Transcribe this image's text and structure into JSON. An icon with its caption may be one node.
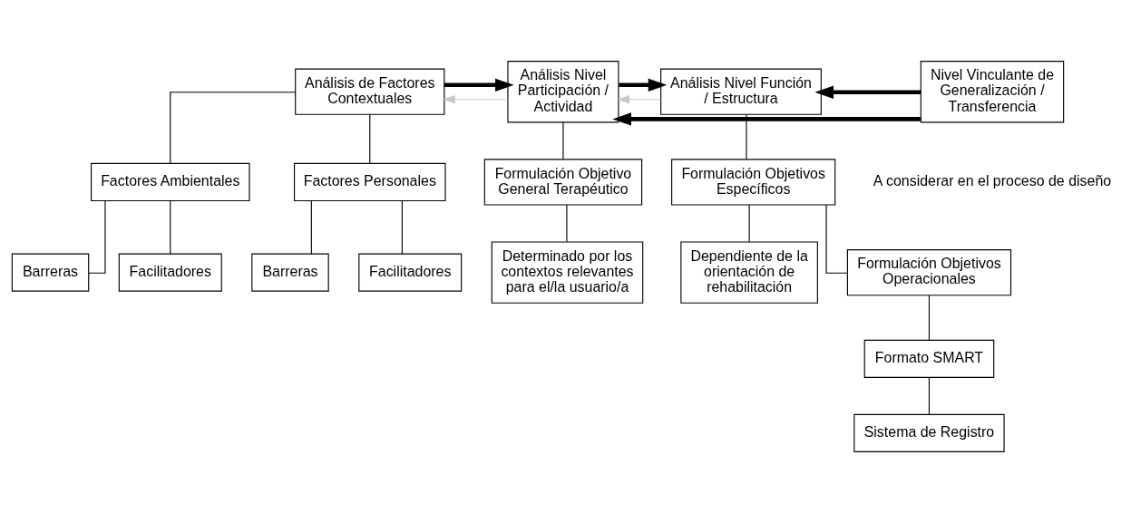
{
  "diagram": {
    "nodes": [
      {
        "text": [
          "Análisis de Factores Contextuales"
        ]
      },
      {
        "text": [
          "Factores Ambientales"
        ]
      },
      {
        "text": [
          "Factores Personales"
        ]
      },
      {
        "text": [
          "Barreras"
        ]
      },
      {
        "text": [
          "Facilitadores"
        ]
      },
      {
        "text": [
          "Barreras"
        ]
      },
      {
        "text": [
          "Facilitadores"
        ]
      },
      {
        "text": [
          "Análisis Nivel Participación / Actividad"
        ]
      },
      {
        "text": [
          "Formulación Objetivo General Terapéutico"
        ]
      },
      {
        "text": [
          "Determinado por los contextos relevantes para el/la usuario/a"
        ]
      },
      {
        "text": [
          "Análisis Nivel Función / Estructura"
        ]
      },
      {
        "text": [
          "Formulación Objetivos Específicos"
        ]
      },
      {
        "text": [
          "Dependiente de la orientación de rehabilitación"
        ]
      },
      {
        "text": [
          "Formulación Objetivos Operacionales"
        ]
      },
      {
        "text": [
          "Formato SMART"
        ]
      },
      {
        "text": [
          "Sistema de Registro"
        ]
      },
      {
        "text": [
          "Nivel Vinculante de Generalización / Transferencia"
        ]
      }
    ],
    "edges": [
      {
        "from": 0,
        "to": 1,
        "arrow": "none"
      },
      {
        "from": 0,
        "to": 2,
        "arrow": "none"
      },
      {
        "from": 1,
        "to": 3,
        "arrow": "none"
      },
      {
        "from": 1,
        "to": 4,
        "arrow": "none"
      },
      {
        "from": 2,
        "to": 5,
        "arrow": "none"
      },
      {
        "from": 2,
        "to": 6,
        "arrow": "none"
      },
      {
        "from": 0,
        "to": 7,
        "arrow": "to",
        "style": "thick"
      },
      {
        "from": 7,
        "to": 0,
        "arrow": "to",
        "color": "#c8c8c8"
      },
      {
        "from": 7,
        "to": 10,
        "arrow": "to",
        "style": "thick"
      },
      {
        "from": 10,
        "to": 7,
        "arrow": "to",
        "color": "#c8c8c8"
      },
      {
        "from": 7,
        "to": 8,
        "arrow": "none"
      },
      {
        "from": 8,
        "to": 9,
        "arrow": "none"
      },
      {
        "from": 10,
        "to": 11,
        "arrow": "none"
      },
      {
        "from": 11,
        "to": 12,
        "arrow": "none"
      },
      {
        "from": 11,
        "to": 13,
        "arrow": "none"
      },
      {
        "from": 13,
        "to": 14,
        "arrow": "none"
      },
      {
        "from": 14,
        "to": 15,
        "arrow": "none"
      },
      {
        "from": 16,
        "to": 7,
        "arrow": "to",
        "style": "thick"
      },
      {
        "from": 16,
        "to": 10,
        "arrow": "to",
        "style": "thick"
      }
    ],
    "labels": [
      "A considerar en el proceso de diseño"
    ]
  }
}
